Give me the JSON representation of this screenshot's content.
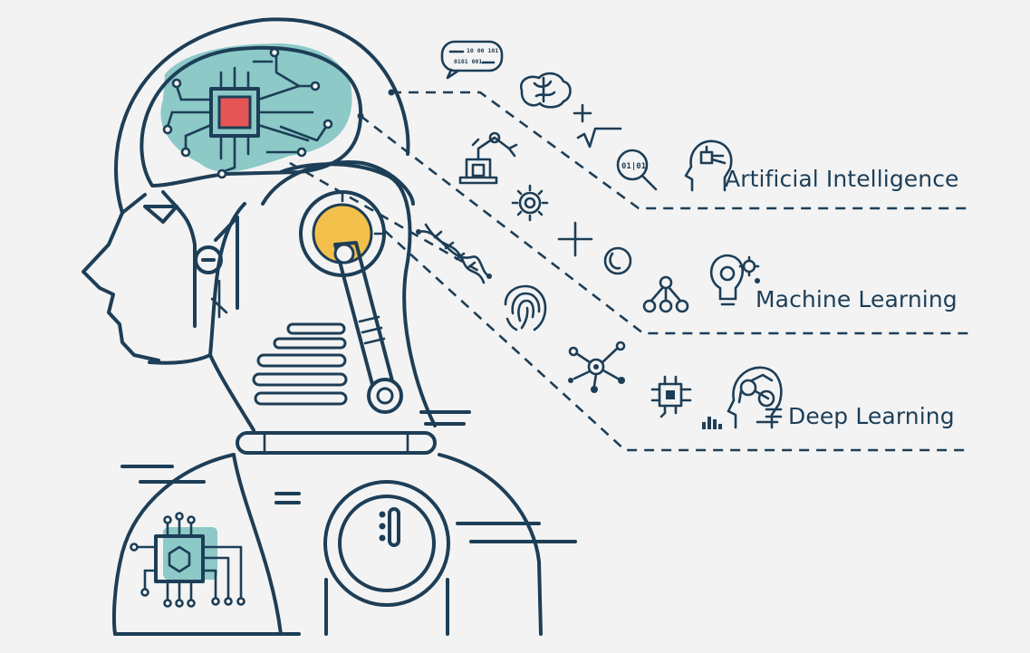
{
  "labels": {
    "artificial_intelligence": "Artificial Intelligence",
    "machine_learning": "Machine Learning",
    "deep_learning": "Deep Learning"
  },
  "binary_bubble": {
    "line1": "10 00 101",
    "line2": "0101 001"
  },
  "icon_scan": "01|01",
  "colors": {
    "stroke": "#1d3e57",
    "teal": "#8cc9c7",
    "red": "#e55555",
    "yellow": "#f3c14b",
    "background": "#f3f3f3"
  },
  "icons": [
    "chat-bubble-icon",
    "brain-icon",
    "math-icon",
    "robot-arm-icon",
    "gear-icon",
    "plus-icon",
    "magnifier-icon",
    "ai-head-icon",
    "dna-icon",
    "fingerprint-icon",
    "circle-icon",
    "network-icon",
    "lightbulb-gear-icon",
    "molecule-icon",
    "chip-icon",
    "bar-chart-icon",
    "dl-head-icon"
  ]
}
